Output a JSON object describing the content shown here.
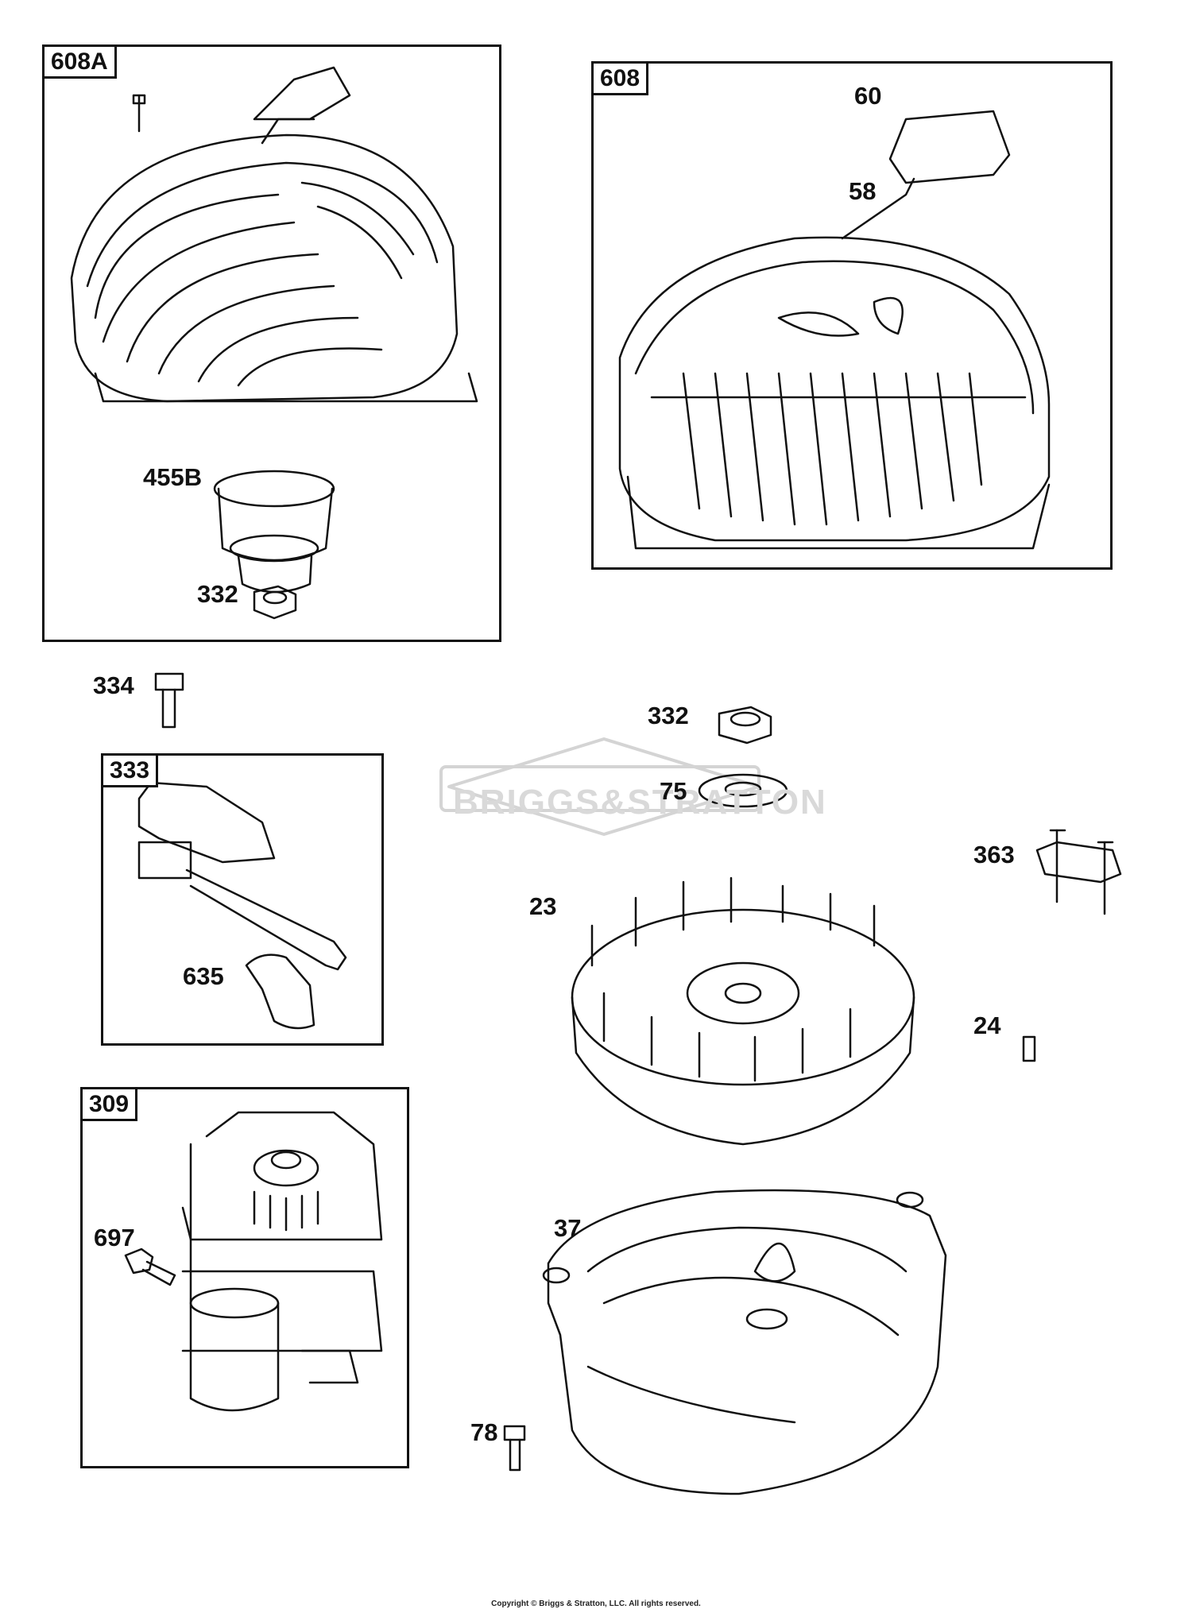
{
  "diagram": {
    "watermark": "BRIGGS&STRATTON",
    "copyright": "Copyright © Briggs & Stratton, LLC. All rights reserved.",
    "groups": [
      {
        "id": "608A",
        "label": "608A"
      },
      {
        "id": "608",
        "label": "608"
      },
      {
        "id": "333",
        "label": "333"
      },
      {
        "id": "309",
        "label": "309"
      }
    ],
    "parts": {
      "p60": "60",
      "p58": "58",
      "p455b": "455B",
      "p332a": "332",
      "p334": "334",
      "p332b": "332",
      "p75": "75",
      "p363": "363",
      "p23": "23",
      "p24": "24",
      "p635": "635",
      "p697": "697",
      "p37": "37",
      "p78": "78"
    }
  }
}
